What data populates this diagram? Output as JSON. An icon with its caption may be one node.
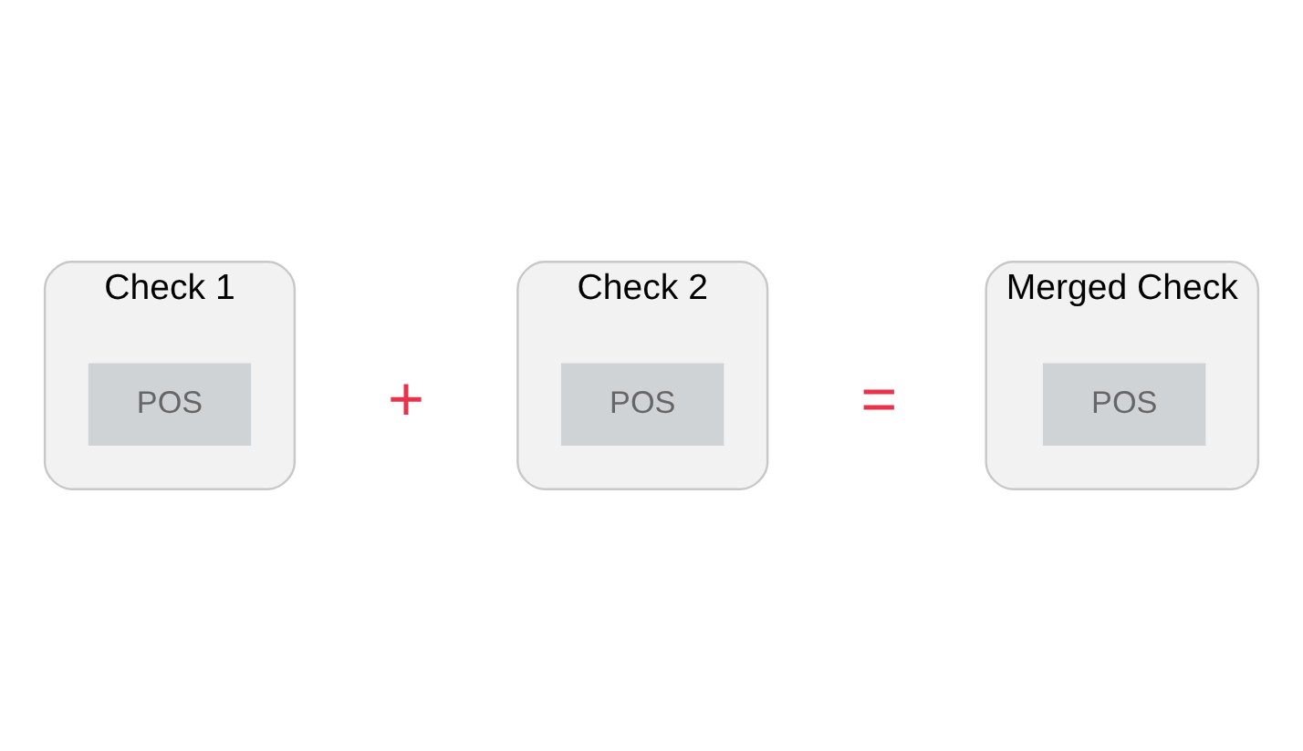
{
  "diagram": {
    "nodes": [
      {
        "text": [
          "Check 1"
        ]
      },
      {
        "text": [
          "POS"
        ],
        "in": 0
      },
      {
        "text": [
          "Check 2"
        ]
      },
      {
        "text": [
          "POS"
        ],
        "in": 2
      },
      {
        "text": [
          "Merged Check"
        ]
      },
      {
        "text": [
          "POS"
        ],
        "in": 4
      }
    ],
    "labels": [
      "+",
      "="
    ]
  }
}
